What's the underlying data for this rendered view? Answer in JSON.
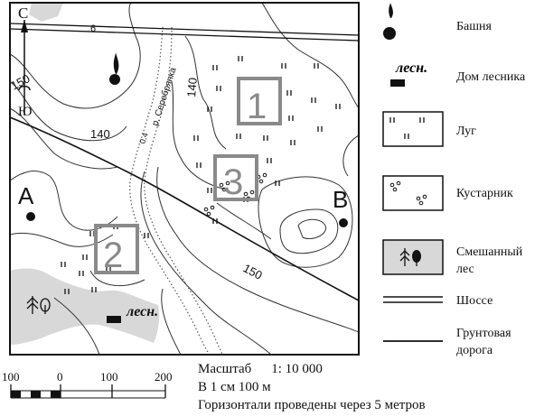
{
  "map": {
    "north_label": "С",
    "south_label": "Ю",
    "road_number": "6",
    "river_name": "р. Серебрянка",
    "river_depth": "0.4",
    "contours": [
      "150",
      "140",
      "140",
      "150"
    ],
    "zones": [
      "1",
      "2",
      "3"
    ],
    "points": {
      "a": "А",
      "b": "В"
    },
    "forester_label": "лесн."
  },
  "legend": {
    "tower": "Башня",
    "forester_house_symbol": "лесн.",
    "forester_house": "Дом лесника",
    "meadow": "Луг",
    "shrub": "Кустарник",
    "mixed_forest_line1": "Смешанный",
    "mixed_forest_line2": "лес",
    "highway": "Шоссе",
    "dirt_road_line1": "Грунтовая",
    "dirt_road_line2": "дорога"
  },
  "scale": {
    "numbers": [
      "100",
      "0",
      "100",
      "200"
    ],
    "label": "Масштаб",
    "ratio": "1: 10 000",
    "per_cm": "В 1 см 100 м",
    "contour_note": "Горизонтали проведены через 5 метров"
  }
}
